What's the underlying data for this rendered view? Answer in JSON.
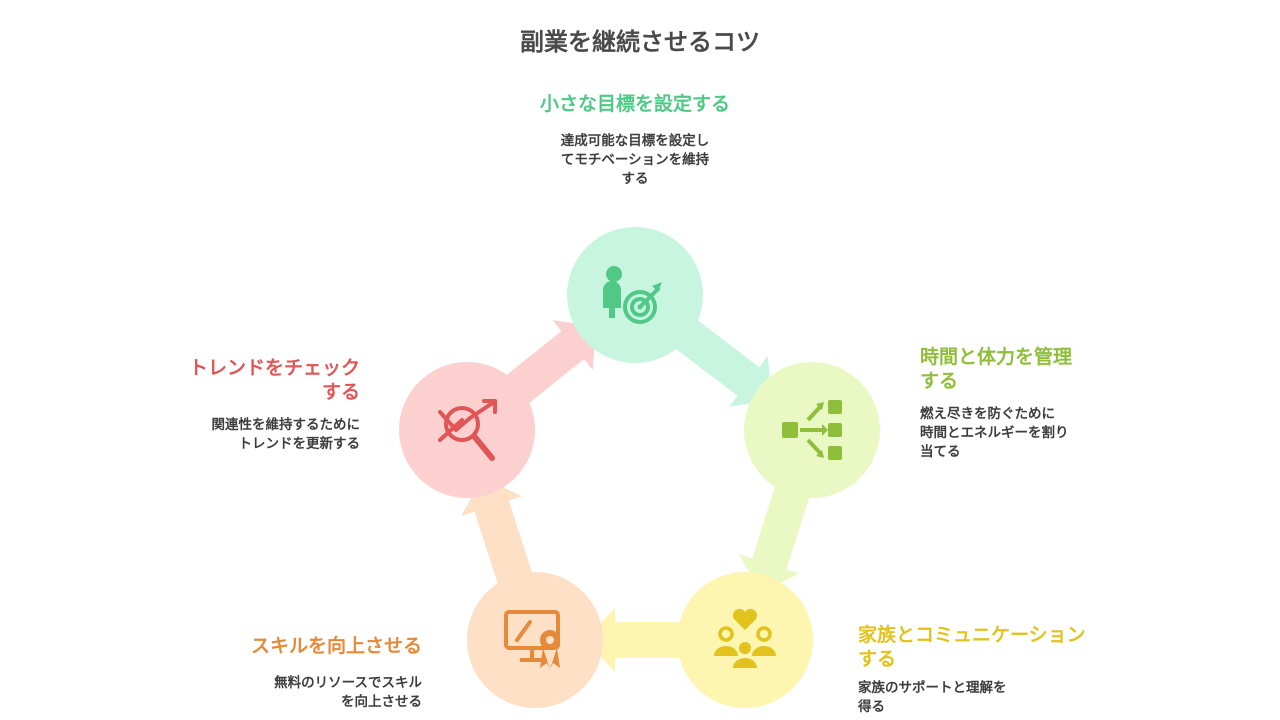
{
  "title": "副業を継続させるコツ",
  "steps": [
    {
      "heading": "小さな目標を設定する",
      "desc": [
        "達成可能な目標を設定し",
        "てモチベーションを維持",
        "する"
      ],
      "color": "#4fc985",
      "circle_fill": "#c7f5df",
      "arrow_fill": "#c7f5df",
      "icon": "person-target-icon"
    },
    {
      "heading": [
        "時間と体力を管理",
        "する"
      ],
      "desc": [
        "燃え尽きを防ぐために",
        "時間とエネルギーを割り",
        "当てる"
      ],
      "color": "#8fbf3a",
      "circle_fill": "#eaf8c3",
      "arrow_fill": "#eaf8c3",
      "icon": "workflow-icon"
    },
    {
      "heading": [
        "家族とコミュニケーション",
        "する"
      ],
      "desc": [
        "家族のサポートと理解を",
        "得る"
      ],
      "color": "#e2c21c",
      "circle_fill": "#fdf5b0",
      "arrow_fill": "#fdf5b0",
      "icon": "family-heart-icon"
    },
    {
      "heading": "スキルを向上させる",
      "desc": [
        "無料のリソースでスキル",
        "を向上させる"
      ],
      "color": "#e58a3a",
      "circle_fill": "#fde0c5",
      "arrow_fill": "#fde0c5",
      "icon": "presentation-certificate-icon"
    },
    {
      "heading": [
        "トレンドをチェック",
        "する"
      ],
      "desc": [
        "関連性を維持するために",
        "トレンドを更新する"
      ],
      "color": "#e05555",
      "circle_fill": "#fdd0d0",
      "arrow_fill": "#fdd0d0",
      "icon": "trend-magnifier-icon"
    }
  ]
}
